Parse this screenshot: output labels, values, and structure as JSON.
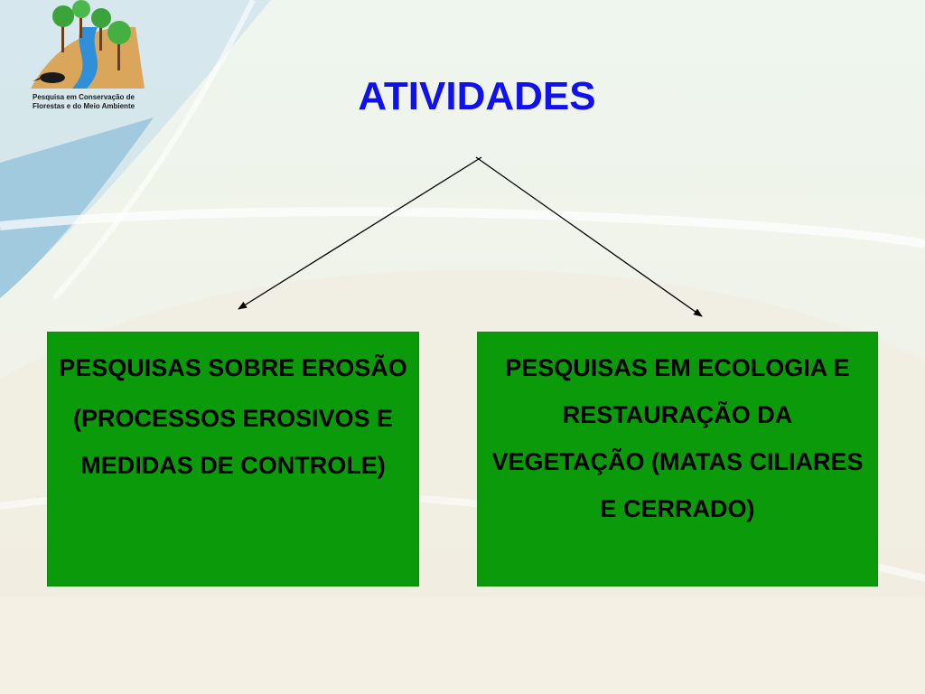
{
  "slide": {
    "title": "ATIVIDADES",
    "logo": {
      "caption_line1": "Pesquisa em Conservação de",
      "caption_line2": "Florestas e do Meio Ambiente",
      "icon": "trees-river-anteater-logo"
    },
    "boxes": [
      {
        "heading": "PESQUISAS SOBRE EROSÃO",
        "detail": "(PROCESSOS EROSIVOS E MEDIDAS DE CONTROLE)"
      },
      {
        "heading": "PESQUISAS EM ECOLOGIA E RESTAURAÇÃO DA VEGETAÇÃO (MATAS CILIARES E CERRADO)"
      }
    ],
    "colors": {
      "title": "#1010f0",
      "box_fill": "#0a9a0a",
      "arrow": "#000000"
    }
  }
}
